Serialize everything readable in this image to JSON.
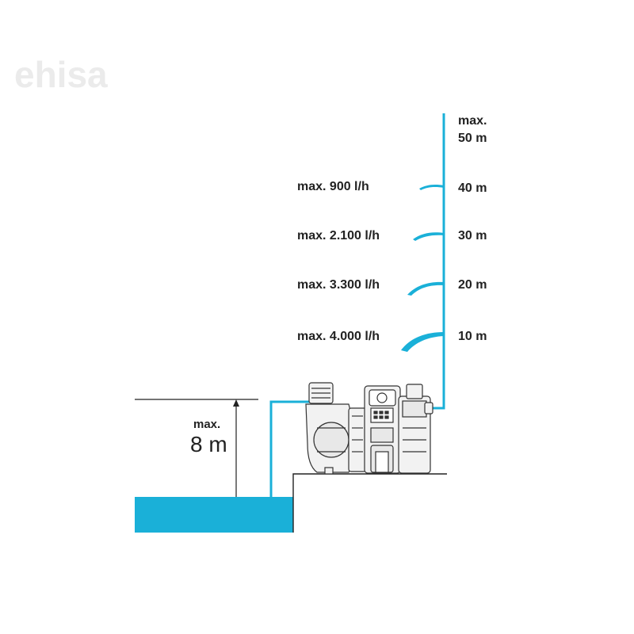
{
  "watermark": "ehisa",
  "colors": {
    "water": "#1ab0d8",
    "line": "#222222",
    "pump_body": "#f2f2f2",
    "background": "#ffffff"
  },
  "suction": {
    "label_line1": "max.",
    "label_line2": "8 m"
  },
  "delivery_heights": [
    {
      "height_label": "max.",
      "height_label2": "50 m",
      "flow_label": ""
    },
    {
      "height_label": "40 m",
      "flow_label": "max. 900 l/h"
    },
    {
      "height_label": "30 m",
      "flow_label": "max. 2.100 l/h"
    },
    {
      "height_label": "20 m",
      "flow_label": "max. 3.300 l/h"
    },
    {
      "height_label": "10 m",
      "flow_label": "max. 4.000 l/h"
    }
  ]
}
